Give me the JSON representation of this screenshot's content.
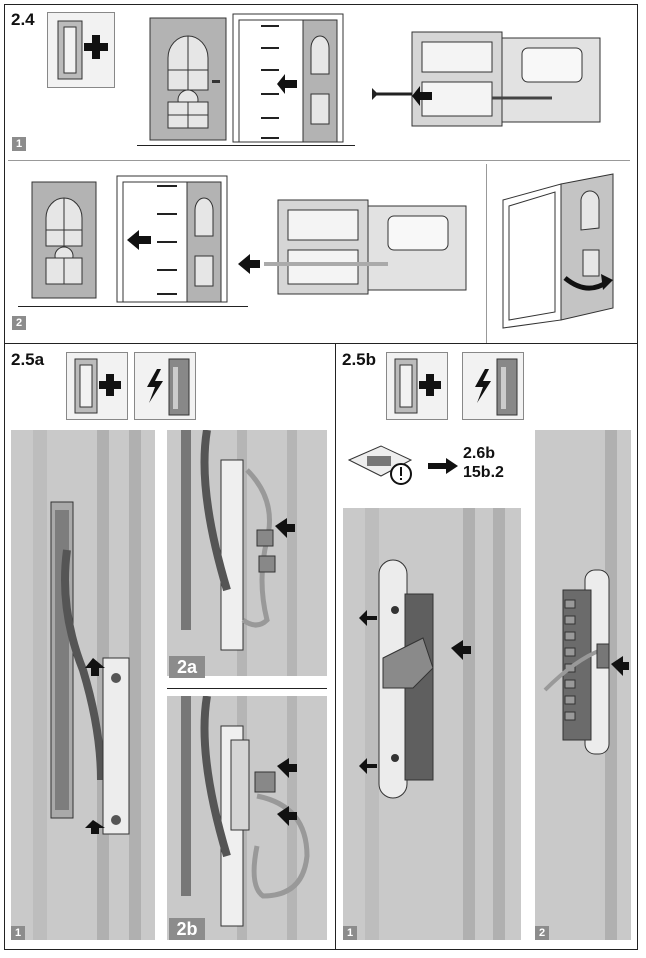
{
  "sections": {
    "s24": {
      "label": "2.4",
      "step1": "1",
      "step2": "2"
    },
    "s25a": {
      "label": "2.5a",
      "step1": "1",
      "sub_a": "2a",
      "sub_b": "2b"
    },
    "s25b": {
      "label": "2.5b",
      "step1": "1",
      "step2": "2",
      "ref_line1": "2.6b",
      "ref_line2": "15b.2"
    }
  },
  "icons": {
    "add_frame": "frame-plus-icon",
    "power": "lightning-lock-icon",
    "warning": "warning-icon",
    "arrow": "arrow-right-icon"
  },
  "colors": {
    "panel": "#c9c9c9",
    "step_badge": "#8c8c8c",
    "line": "#222222"
  }
}
